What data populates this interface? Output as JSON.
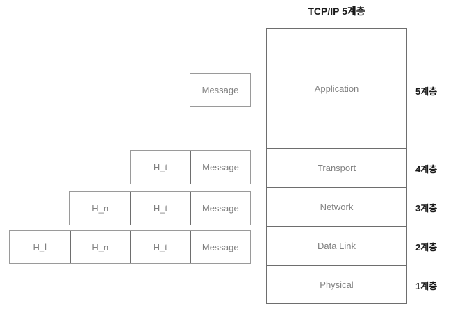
{
  "title": "TCP/IP 5계층",
  "encapsulation": {
    "rows": [
      {
        "name": "application-pdu",
        "cells": [
          "Message"
        ]
      },
      {
        "name": "transport-pdu",
        "cells": [
          "H_t",
          "Message"
        ]
      },
      {
        "name": "network-pdu",
        "cells": [
          "H_n",
          "H_t",
          "Message"
        ]
      },
      {
        "name": "datalink-pdu",
        "cells": [
          "H_l",
          "H_n",
          "H_t",
          "Message"
        ]
      }
    ]
  },
  "stack": {
    "layers": [
      {
        "name": "application",
        "label": "Application",
        "tag": "5계층"
      },
      {
        "name": "transport",
        "label": "Transport",
        "tag": "4계층"
      },
      {
        "name": "network",
        "label": "Network",
        "tag": "3계층"
      },
      {
        "name": "datalink",
        "label": "Data Link",
        "tag": "2계층"
      },
      {
        "name": "physical",
        "label": "Physical",
        "tag": "1계층"
      }
    ]
  },
  "colors": {
    "background": "#ffffff",
    "box_border": "#6e6e6e",
    "pdu_border": "#9a9a9a",
    "layer_text": "#808080",
    "tag_text": "#1a1a1a",
    "title_text": "#1a1a1a"
  },
  "chart_data": {
    "type": "diagram",
    "title": "TCP/IP 5계층",
    "description": "TCP/IP 5-layer model with protocol data unit encapsulation",
    "layers": [
      {
        "number": 5,
        "tag": "5계층",
        "name": "Application",
        "pdu": [
          "Message"
        ]
      },
      {
        "number": 4,
        "tag": "4계층",
        "name": "Transport",
        "pdu": [
          "H_t",
          "Message"
        ]
      },
      {
        "number": 3,
        "tag": "3계층",
        "name": "Network",
        "pdu": [
          "H_n",
          "H_t",
          "Message"
        ]
      },
      {
        "number": 2,
        "tag": "2계층",
        "name": "Data Link",
        "pdu": [
          "H_l",
          "H_n",
          "H_t",
          "Message"
        ]
      },
      {
        "number": 1,
        "tag": "1계층",
        "name": "Physical",
        "pdu": []
      }
    ]
  }
}
